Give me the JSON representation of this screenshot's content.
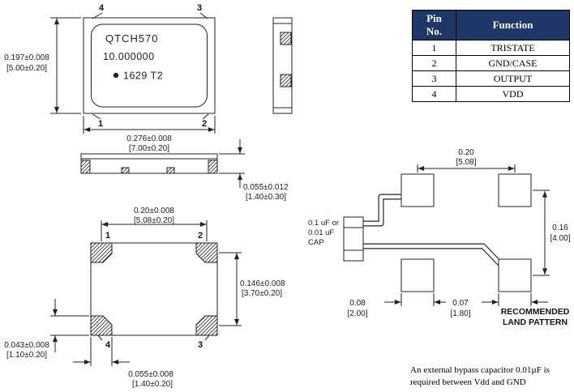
{
  "colors": {
    "table_header_bg": "#1f3768",
    "line": "#222222"
  },
  "top_view": {
    "marking_line1": "QTCH570",
    "marking_line2": "10.000000",
    "marking_line3": "1629  T2",
    "pin_top_left": "4",
    "pin_top_right": "3",
    "pin_bottom_left": "1",
    "pin_bottom_right": "2",
    "dim_height_in": "0.197±0.008",
    "dim_height_mm": "[5.00±0.20]",
    "dim_width_in": "0.276±0.008",
    "dim_width_mm": "[7.00±0.20]"
  },
  "side_view": {
    "dim_thickness_in": "0.055±0.012",
    "dim_thickness_mm": "[1.40±0.30]"
  },
  "pin_table": {
    "header_pin": "Pin No.",
    "header_function": "Function",
    "rows": [
      {
        "pin": "1",
        "function": "TRISTATE"
      },
      {
        "pin": "2",
        "function": "GND/CASE"
      },
      {
        "pin": "3",
        "function": "OUTPUT"
      },
      {
        "pin": "4",
        "function": "VDD"
      }
    ]
  },
  "bottom_view": {
    "pin_top_left": "1",
    "pin_top_right": "2",
    "pin_bottom_left": "4",
    "pin_bottom_right": "3",
    "dim_pitch_x_in": "0.20±0.008",
    "dim_pitch_x_mm": "[5.08±0.20]",
    "dim_pitch_y_in": "0.146±0.008",
    "dim_pitch_y_mm": "[3.70±0.20]",
    "dim_pad_height_in": "0.043±0.008",
    "dim_pad_height_mm": "[1.10±0.20]",
    "dim_pad_width_in": "0.055±0.008",
    "dim_pad_width_mm": "[1.40±0.20]"
  },
  "land_pattern": {
    "dim_pitch_x_in": "0.20",
    "dim_pitch_x_mm": "[5.08]",
    "dim_pitch_y_in": "0.16",
    "dim_pitch_y_mm": "[4.00]",
    "dim_pad_left_in": "0.08",
    "dim_pad_left_mm": "[2.00]",
    "dim_pad_right_in": "0.07",
    "dim_pad_right_mm": "[1.80]",
    "cap_label_line1": "0.1 uF or",
    "cap_label_line2": "0.01 uF",
    "cap_label_line3": "CAP",
    "title_line1": "RECOMMENDED",
    "title_line2": "LAND PATTERN"
  },
  "note": {
    "line1": "An external bypass capacitor 0.01µF  is",
    "line2": "required between Vdd and GND"
  }
}
